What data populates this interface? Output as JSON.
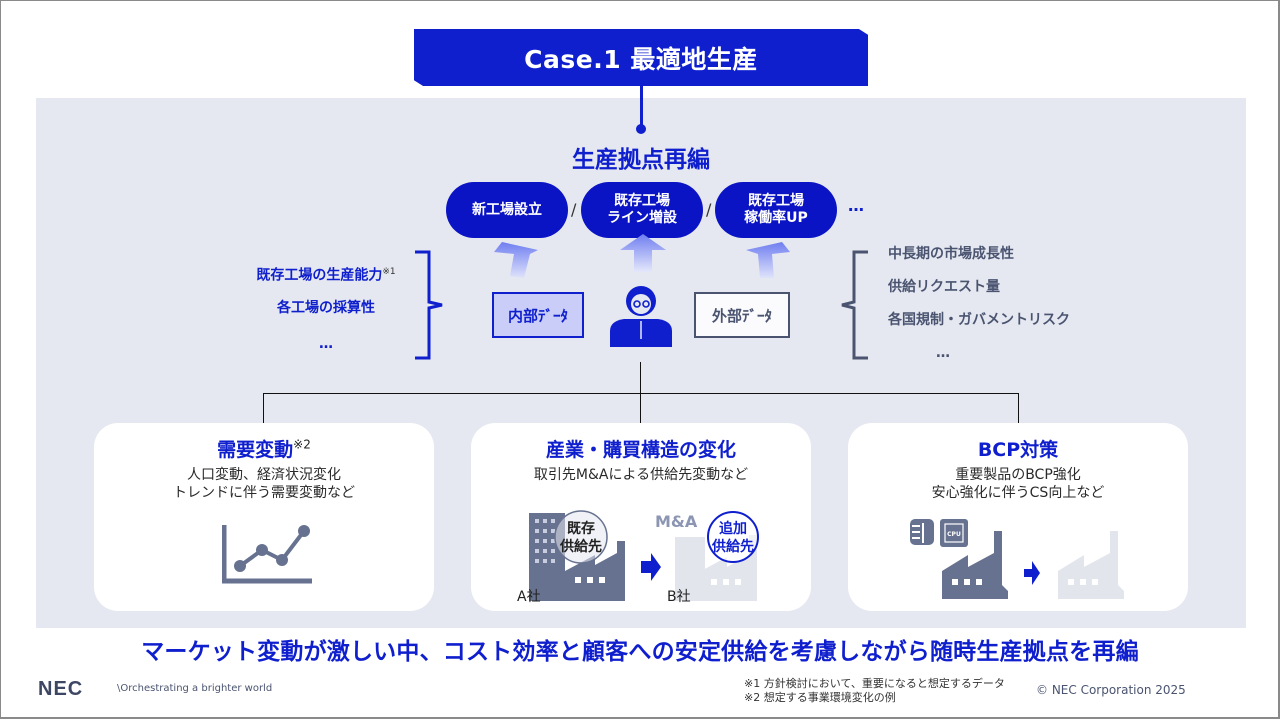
{
  "header": {
    "case_title": "Case.1 最適地生産",
    "section_title": "生産拠点再編"
  },
  "options": {
    "items": [
      {
        "label": "新工場設立"
      },
      {
        "label": "既存工場\nライン増設"
      },
      {
        "label": "既存工場\n稼働率UP"
      }
    ],
    "separator": "/",
    "more": "…"
  },
  "internal_data": {
    "label": "内部ﾃﾞｰﾀ",
    "items": [
      {
        "text": "既存工場の生産能力",
        "note": "※1"
      },
      {
        "text": "各工場の採算性",
        "note": ""
      },
      {
        "text": "…",
        "note": ""
      }
    ]
  },
  "external_data": {
    "label": "外部ﾃﾞｰﾀ",
    "items": [
      {
        "text": "中長期の市場成長性"
      },
      {
        "text": "供給リクエスト量"
      },
      {
        "text": "各国規制・ガバメントリスク"
      },
      {
        "text": "…"
      }
    ]
  },
  "cards": [
    {
      "title": "需要変動",
      "note": "※2",
      "description": "人口変動、経済状況変化\nトレンドに伴う需要変動など",
      "icon": "line-chart-icon"
    },
    {
      "title": "産業・購買構造の変化",
      "note": "",
      "description": "取引先M&Aによる供給先変動など",
      "icon": "factory-merger-icon",
      "labels": {
        "existing": "既存\n供給先",
        "ma": "M&A",
        "added": "追加\n供給先",
        "company_a": "A社",
        "company_b": "B社"
      }
    },
    {
      "title": "BCP対策",
      "note": "",
      "description": "重要製品のBCP強化\n安心強化に伴うCS向上など",
      "icon": "factory-backup-icon",
      "labels": {
        "cpu": "CPU"
      }
    }
  ],
  "tagline": "マーケット変動が激しい中、コスト効率と顧客への安定供給を考慮しながら随時生産拠点を再編",
  "footer": {
    "logo": "NEC",
    "slogan": "\\Orchestrating a brighter world",
    "footnote1": "※1 方針検討において、重要になると想定するデータ",
    "footnote2": "※2 想定する事業環境変化の例",
    "copyright": "© NEC Corporation 2025"
  },
  "colors": {
    "brand_blue": "#0f1fce",
    "slate": "#66728f",
    "panel_bg": "#e5e8f0",
    "ghost": "#e3e5ec"
  }
}
